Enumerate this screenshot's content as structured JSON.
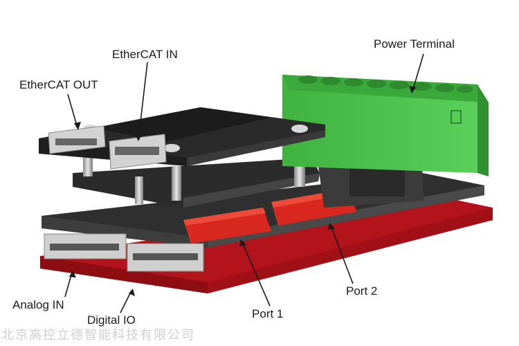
{
  "labels": {
    "ethercat_in": "EtherCAT IN",
    "ethercat_out": "EtherCAT OUT",
    "power_terminal": "Power Terminal",
    "analog_in": "Analog IN",
    "digital_io": "Digital IO",
    "port_1": "Port 1",
    "port_2": "Port 2"
  },
  "watermark": "北京高控立德智能科技有限公司",
  "colors": {
    "terminal_green": "#4cc24c",
    "base_red": "#b3131a",
    "header_red": "#d8281f",
    "board_dark": "#3a3a3a",
    "connector_silver": "#c9c9c9"
  }
}
